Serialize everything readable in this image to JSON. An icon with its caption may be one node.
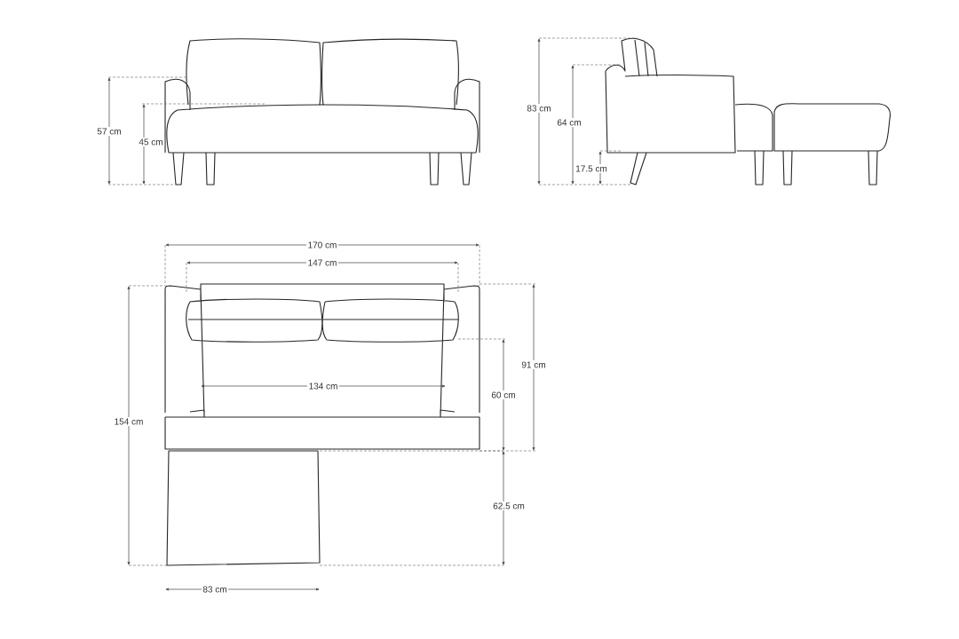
{
  "diagram": {
    "labels": [
      "83 cm",
      "64 cm",
      "57 cm",
      "45 cm",
      "17.5 cm",
      "170 cm",
      "147 cm",
      "91 cm",
      "134 cm",
      "60 cm",
      "154 cm",
      "62.5 cm",
      "83 cm"
    ]
  }
}
